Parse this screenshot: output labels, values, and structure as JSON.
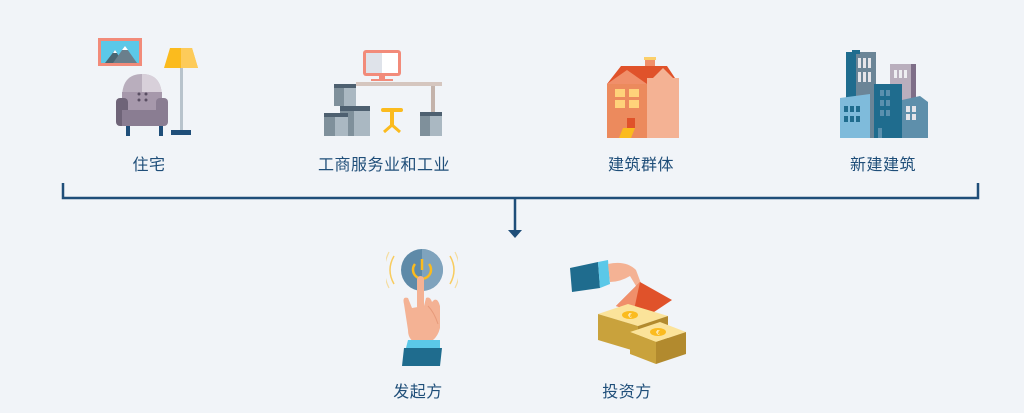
{
  "diagram": {
    "sources": [
      {
        "id": "residential",
        "label": "住宅",
        "icon": "armchair-lamp-icon"
      },
      {
        "id": "commercial",
        "label": "工商服务业和工业",
        "icon": "office-desk-boxes-icon"
      },
      {
        "id": "building-group",
        "label": "建筑群体",
        "icon": "house-icon"
      },
      {
        "id": "new-construction",
        "label": "新建建筑",
        "icon": "city-buildings-icon"
      }
    ],
    "targets": [
      {
        "id": "initiator",
        "label": "发起方",
        "icon": "hand-power-button-icon"
      },
      {
        "id": "investor",
        "label": "投资方",
        "icon": "hand-money-stacks-icon"
      }
    ],
    "colors": {
      "background": "#f1f4f8",
      "line": "#1f4e79",
      "label": "#1f4e79"
    }
  }
}
